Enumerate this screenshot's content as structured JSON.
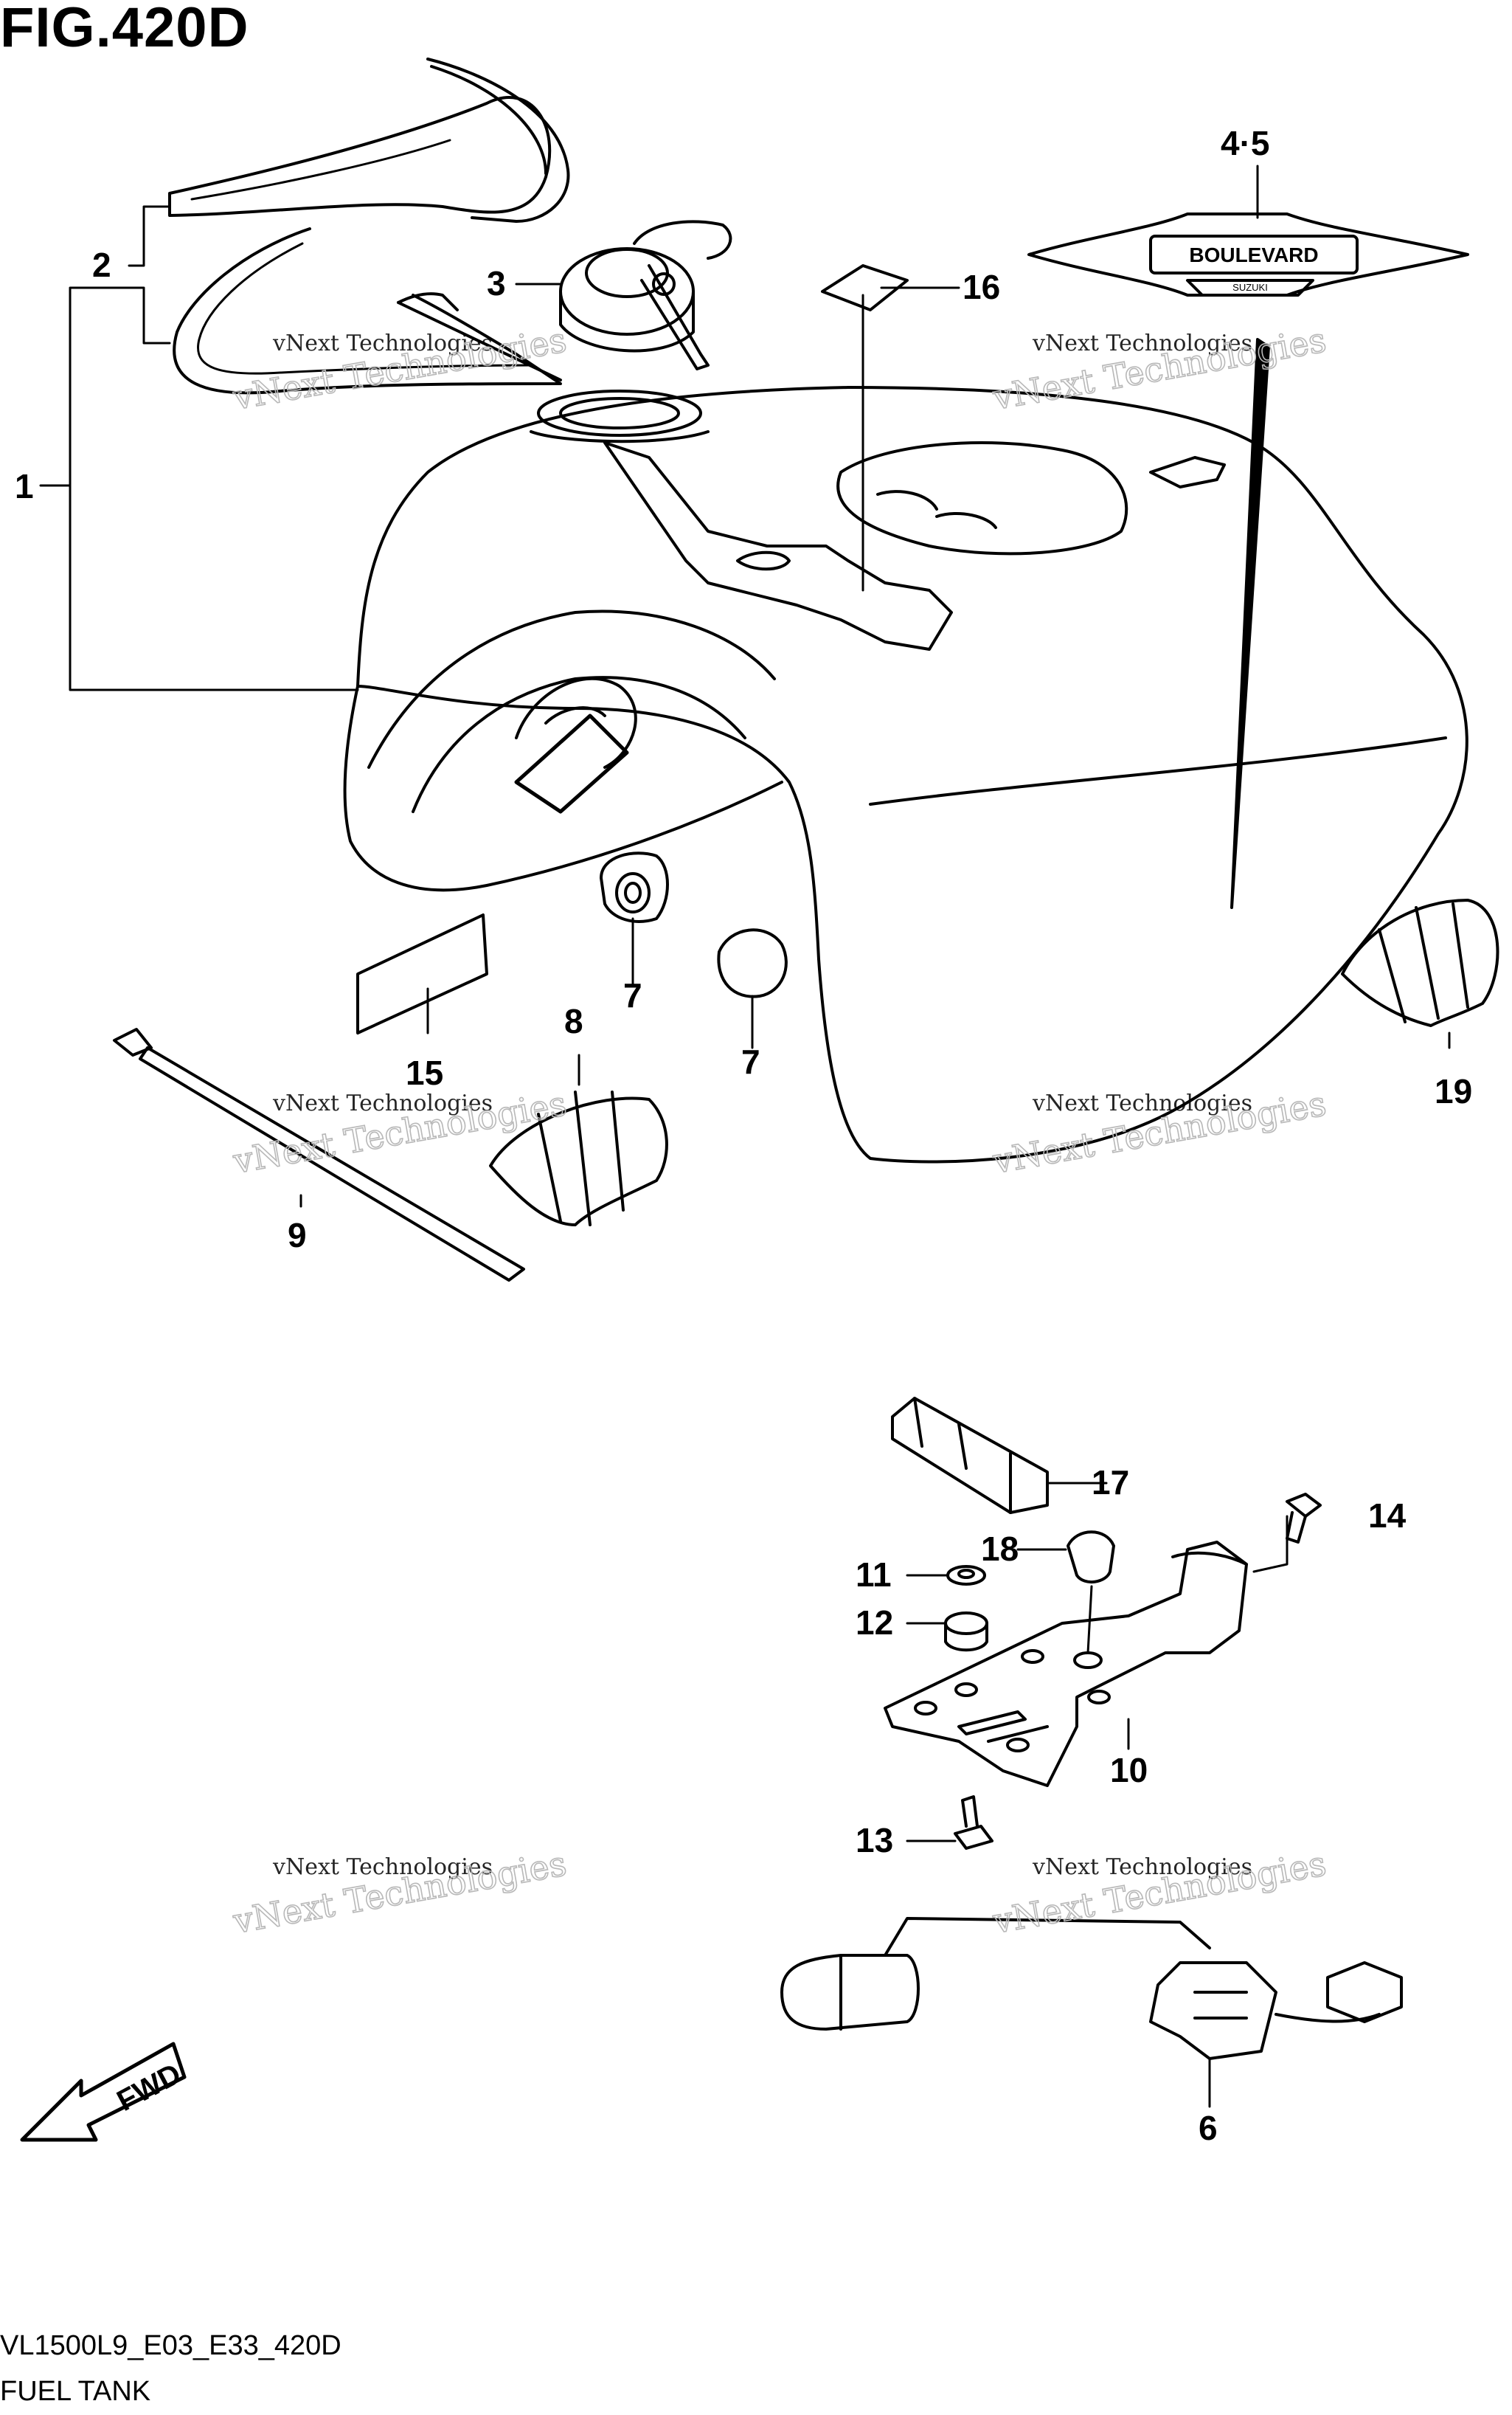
{
  "figure": {
    "title": "FIG.420D",
    "code": "VL1500L9_E03_E33_420D",
    "name": "FUEL TANK"
  },
  "callouts": {
    "c1": "1",
    "c2": "2",
    "c3": "3",
    "c45": "4·5",
    "c6": "6",
    "c7a": "7",
    "c7b": "7",
    "c8": "8",
    "c9": "9",
    "c10": "10",
    "c11": "11",
    "c12": "12",
    "c13": "13",
    "c14": "14",
    "c15": "15",
    "c16": "16",
    "c17": "17",
    "c18": "18",
    "c19": "19"
  },
  "emblem": {
    "line1": "BOULEVARD",
    "line2": "SUZUKI"
  },
  "fwd": "FWD",
  "watermark": {
    "line1": "vNext Technologies",
    "line2": "vNext Technologies"
  }
}
